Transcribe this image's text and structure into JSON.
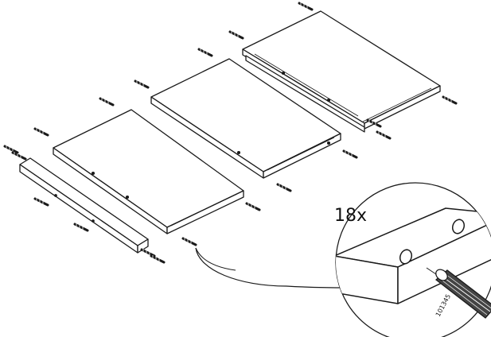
{
  "detail": {
    "quantity_label": "18x",
    "part_number": "101345"
  },
  "parts": {
    "panels": [
      "strip",
      "shelf",
      "shelf",
      "shelf"
    ],
    "dowel_icon": "wooden-dowel-icon"
  },
  "colors": {
    "line": "#1a1a1a",
    "background": "#ffffff"
  }
}
